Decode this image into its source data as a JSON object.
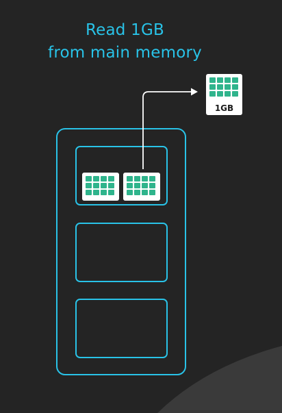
{
  "title": {
    "line1": "Read 1GB",
    "line2": "from main memory"
  },
  "output_block": {
    "label": "1GB"
  },
  "colors": {
    "background": "#242424",
    "accent": "#29c3e8",
    "block_green": "#2fb48c",
    "block_bg": "#ffffff",
    "arrow": "#ffffff"
  },
  "icons": {
    "memory_block": "memory-block-icon",
    "arrow": "arrow-right-icon"
  }
}
